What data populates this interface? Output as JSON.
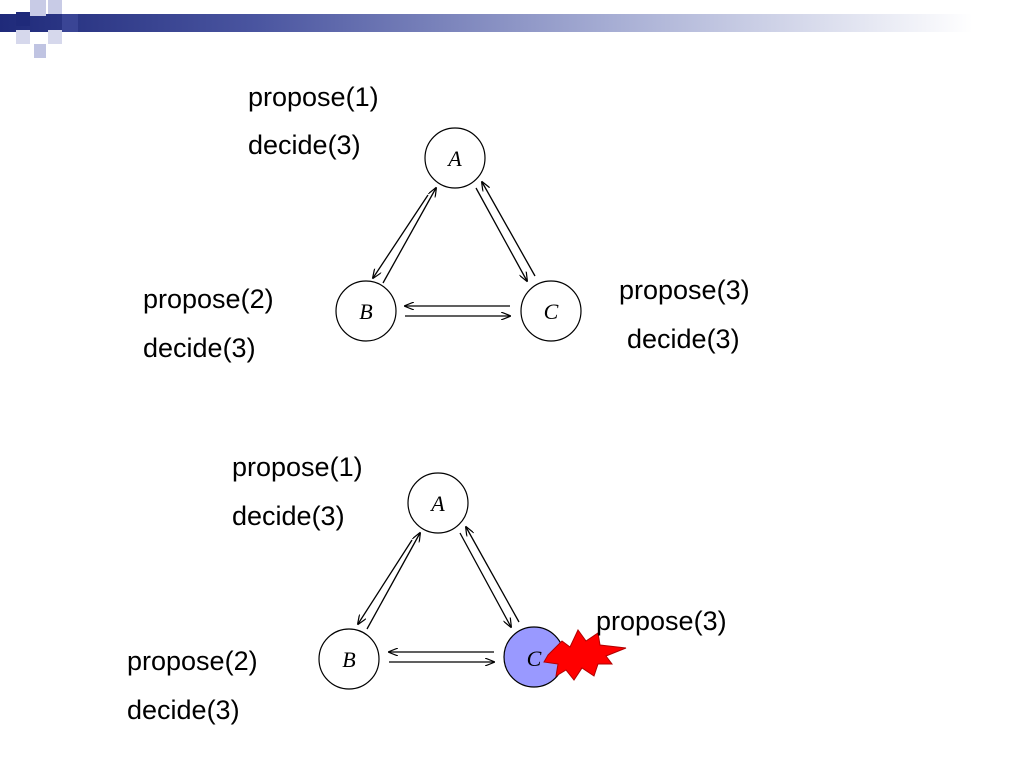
{
  "colors": {
    "header_dark": "#1f2a7a",
    "crashed_node_fill": "#9999ff",
    "crash_burst_fill": "#ff0000"
  },
  "top_diagram": {
    "nodes": {
      "a": {
        "name": "A",
        "propose": "propose(1)",
        "decide": "decide(3)"
      },
      "b": {
        "name": "B",
        "propose": "propose(2)",
        "decide": "decide(3)"
      },
      "c": {
        "name": "C",
        "propose": "propose(3)",
        "decide": "decide(3)"
      }
    }
  },
  "bottom_diagram": {
    "nodes": {
      "a": {
        "name": "A",
        "propose": "propose(1)",
        "decide": "decide(3)"
      },
      "b": {
        "name": "B",
        "propose": "propose(2)",
        "decide": "decide(3)"
      },
      "c": {
        "name": "C",
        "propose": "propose(3)",
        "crashed": true
      }
    }
  }
}
